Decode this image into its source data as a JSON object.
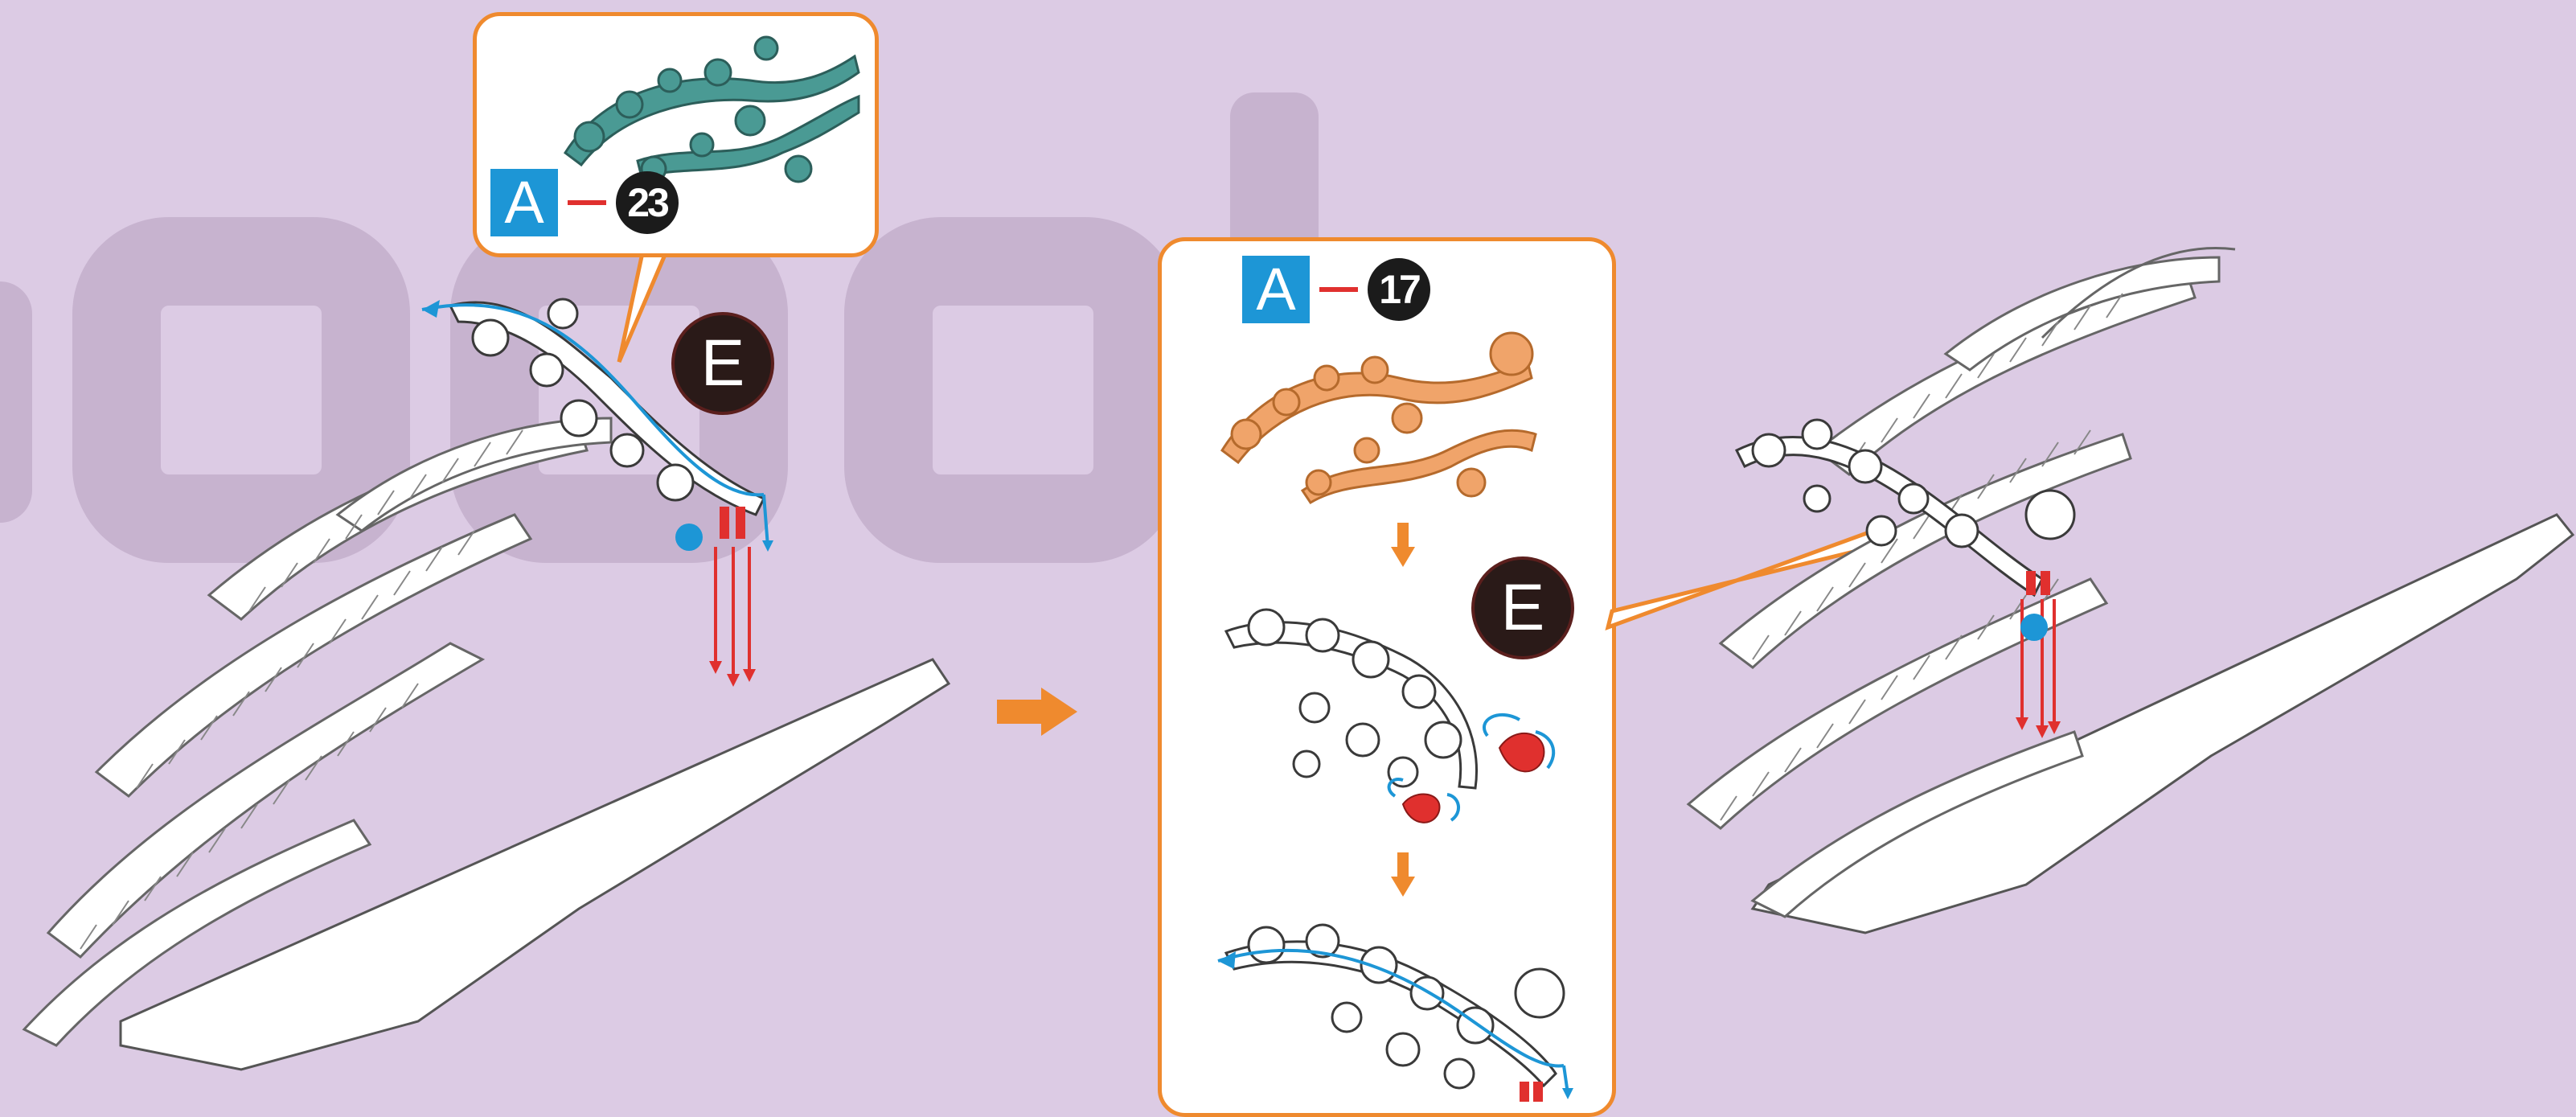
{
  "step_left": {
    "callout": {
      "part_letter": "A",
      "part_number": "23",
      "part_color": "#4a9a94"
    },
    "badge": "E"
  },
  "step_middle": {
    "callout": {
      "part_letter": "A",
      "part_number": "17",
      "part_color": "#f0a46a"
    },
    "badge": "E"
  },
  "colors": {
    "background": "#dccbe4",
    "callout_border": "#ef8a2e",
    "step_arrow": "#ef8a2e",
    "guide_blue": "#1d96d6",
    "guide_red": "#e0302e",
    "paper": "#ffffff"
  },
  "icons": [
    "next-step-arrow-icon",
    "down-arrow-icon",
    "blue-dot-icon"
  ]
}
